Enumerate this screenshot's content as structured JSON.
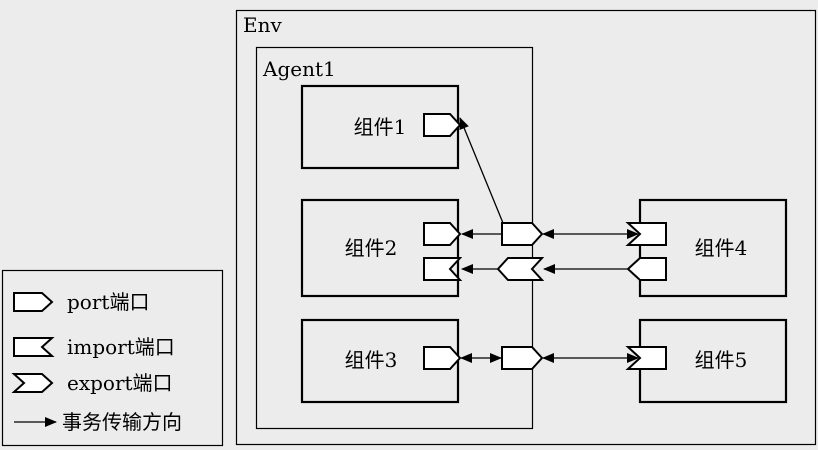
{
  "env": {
    "label": "Env"
  },
  "agent": {
    "label": "Agent1"
  },
  "components": [
    {
      "id": "c1",
      "label": "组件1"
    },
    {
      "id": "c2",
      "label": "组件2"
    },
    {
      "id": "c3",
      "label": "组件3"
    },
    {
      "id": "c4",
      "label": "组件4"
    },
    {
      "id": "c5",
      "label": "组件5"
    }
  ],
  "legend": {
    "port": "port端口",
    "import": "import端口",
    "export": "export端口",
    "arrow": "事务传输方向"
  },
  "colors": {
    "background": "#ececec",
    "stroke": "#000000"
  }
}
